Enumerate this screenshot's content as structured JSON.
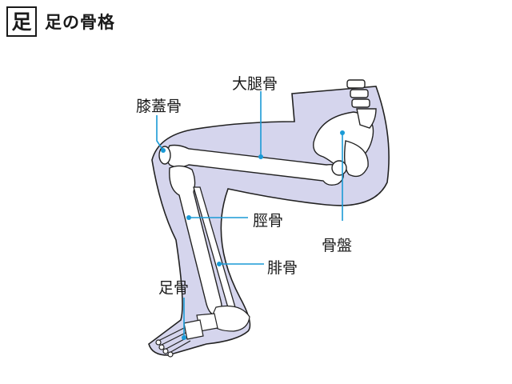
{
  "header": {
    "badge": "足",
    "title": "足の骨格"
  },
  "labels": {
    "femur": "大腿骨",
    "patella": "膝蓋骨",
    "pelvis": "骨盤",
    "tibia": "脛骨",
    "fibula": "腓骨",
    "foot": "足骨"
  },
  "colors": {
    "leg_fill": "#d5d5ed",
    "outline": "#222222",
    "leader": "#1a9ad6",
    "bone": "#ffffff"
  }
}
